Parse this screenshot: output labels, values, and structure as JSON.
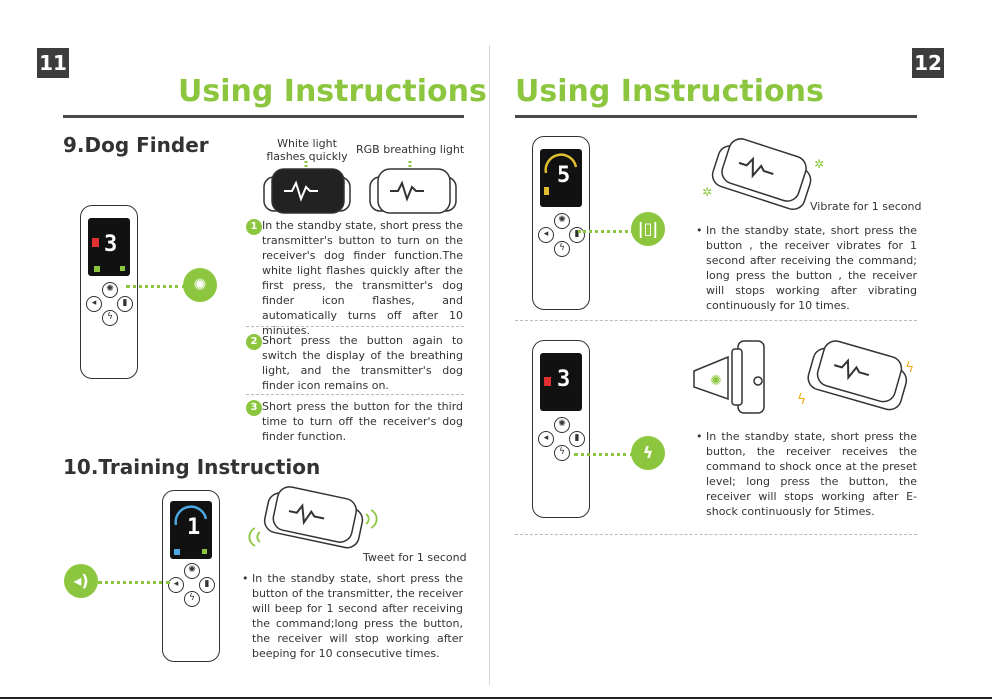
{
  "left_page": {
    "page_number": "11",
    "title": "Using Instructions",
    "section9": {
      "heading": "9.Dog Finder",
      "label_white": "White light\nflashes quickly",
      "label_rgb": "RGB breathing light",
      "screen_digit": "3",
      "steps": [
        {
          "num": "1",
          "text": "In the standby state, short press the transmitter's button to turn on the receiver's dog finder function.The white light flashes quickly after the first press, the transmitter's dog finder icon flashes, and automatically turns off after 10 minutes."
        },
        {
          "num": "2",
          "text": "Short press the button again to switch the display of the breathing light, and the transmitter's dog finder icon remains on."
        },
        {
          "num": "3",
          "text": "Short press the button for the third time to turn off the receiver's dog finder function."
        }
      ]
    },
    "section10": {
      "heading": "10.Training Instruction",
      "screen_digit": "1",
      "caption": "Tweet for 1 second",
      "bullet": "In the standby state, short press the button of the transmitter, the receiver will beep for 1 second after receiving the command;long press the button, the receiver will stop working after beeping for 10 consecutive times."
    }
  },
  "right_page": {
    "page_number": "12",
    "title": "Using Instructions",
    "vibrate": {
      "screen_digit": "5",
      "caption": "Vibrate for 1 second",
      "bullet": "In the standby state, short press the button , the receiver vibrates for 1 second after receiving the command; long press the button , the receiver will stops working after vibrating continuously for 10 times."
    },
    "shock": {
      "screen_digit": "3",
      "bullet": "In the standby state, short press the button, the receiver receives the command to shock once at the preset level; long press the button, the receiver will stops working after E-shock continuously for 5times."
    }
  },
  "colors": {
    "accent": "#8cc63f",
    "dark": "#3d3d3d"
  }
}
